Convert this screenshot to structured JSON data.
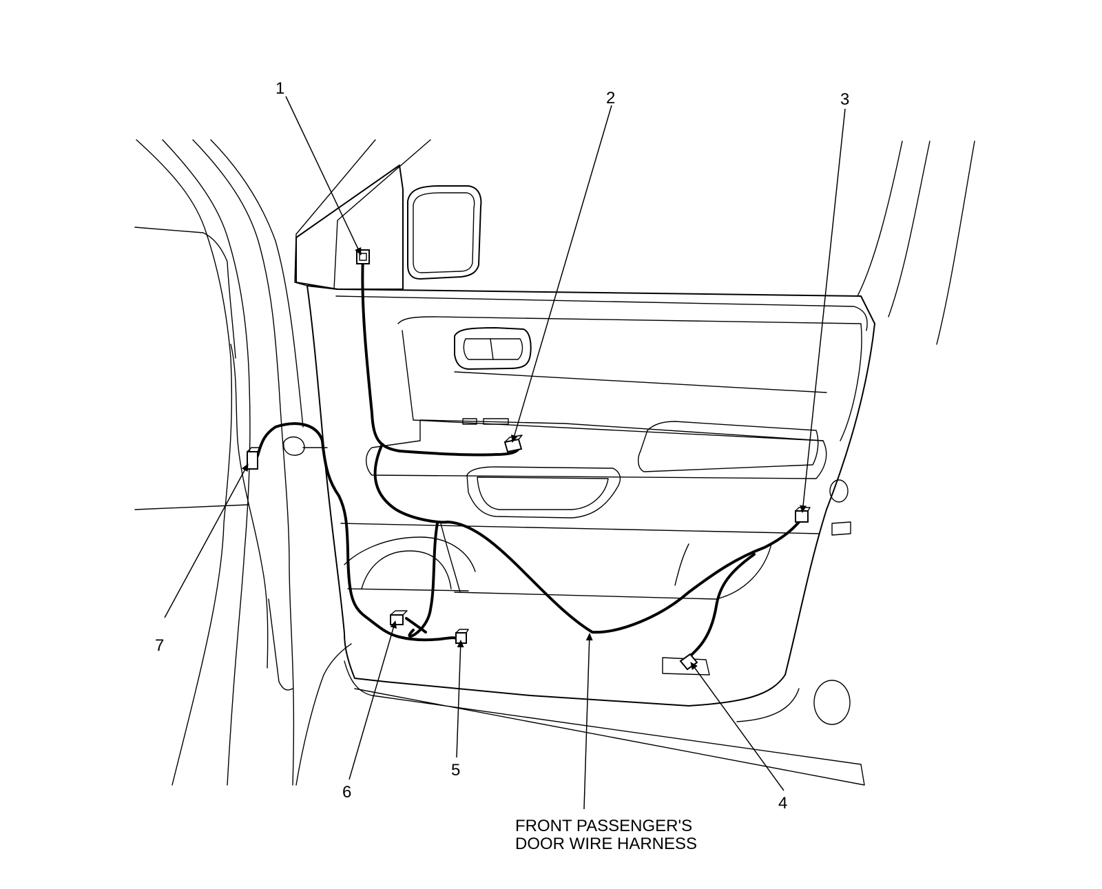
{
  "figure": {
    "caption_lines": [
      "FRONT PASSENGER'S",
      "DOOR WIRE HARNESS"
    ],
    "callouts": [
      {
        "id": "1",
        "label": "1"
      },
      {
        "id": "2",
        "label": "2"
      },
      {
        "id": "3",
        "label": "3"
      },
      {
        "id": "4",
        "label": "4"
      },
      {
        "id": "5",
        "label": "5"
      },
      {
        "id": "6",
        "label": "6"
      },
      {
        "id": "7",
        "label": "7"
      }
    ]
  }
}
